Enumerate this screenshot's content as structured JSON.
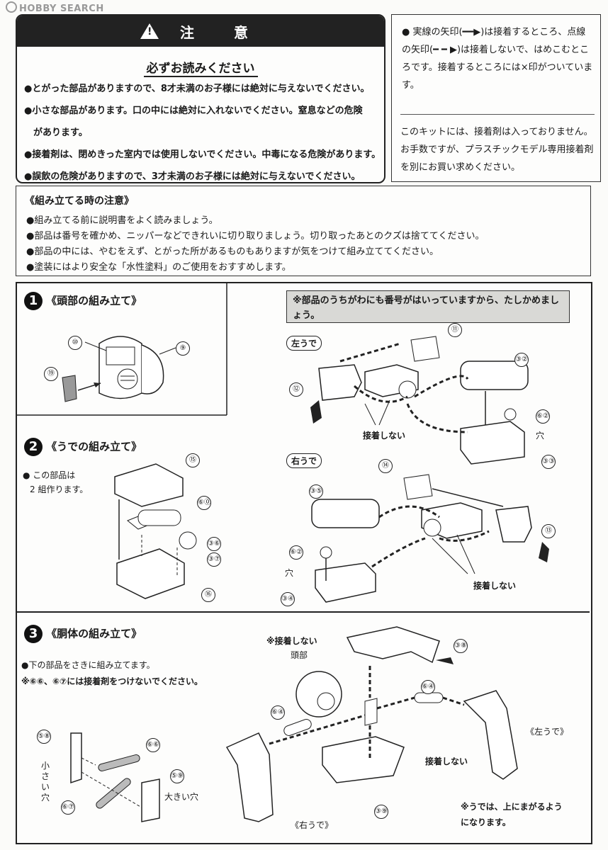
{
  "watermark": "HOBBY SEARCH",
  "caution": {
    "header": "注　意",
    "subtitle": "必ずお読みください",
    "items": [
      "●とがった部品がありますので、8才未満のお子様には絶対に与えないでください。",
      "●小さな部品があります。口の中には絶対に入れないでください。窒息などの危険",
      "　があります。",
      "●接着剤は、閉めきった室内では使用しないでください。中毒になる危険があります。",
      "●誤飲の危険がありますので、3才未満のお子様には絶対に与えないでください。"
    ]
  },
  "note": {
    "arrows": "● 実線の矢印(━━▶)は接着するところ、点線の矢印(━ ━ ▶)は接着しないで、はめこむところです。接着するところには×印がついています。",
    "kit": "このキットには、接着剤は入っておりません。お手数ですが、プラスチックモデル専用接着剤を別にお買い求めください。"
  },
  "assembly_notes": {
    "title": "《組み立てる時の注意》",
    "items": [
      "●組み立てる前に説明書をよく読みましょう。",
      "●部品は番号を確かめ、ニッパーなどできれいに切り取りましょう。切り取ったあとのクズは捨ててください。",
      "●部品の中には、やむをえず、とがった所があるものもありますが気をつけて組み立ててください。",
      "●塗装にはより安全な「水性塗料」のご使用をおすすめします。"
    ]
  },
  "step1": {
    "num": "1",
    "title": "《頭部の組み立て》",
    "parts": [
      "⑩",
      "⑨",
      "⑲"
    ]
  },
  "step2": {
    "num": "2",
    "title": "《うでの組み立て》",
    "desc1": "● この部品は",
    "desc2": "2 組作ります。",
    "parts": [
      "⑮",
      "⑥⓪",
      "③⑥",
      "③⑦",
      "⑯"
    ]
  },
  "step3": {
    "num": "3",
    "title": "《胴体の組み立て》",
    "desc1": "●下の部品をさきに組み立てます。",
    "desc2": "※⑥⑥、⑥⑦には接着剤をつけないでください。",
    "label_small_hole": "小さい穴",
    "label_big_hole": "大きい穴",
    "parts": [
      "⑤⑧",
      "⑥⑥",
      "⑤⑨",
      "⑥⑦"
    ]
  },
  "arm_info": "※部品のうちがわにも番号がはいっていますから、たしかめましょう。",
  "left_arm": {
    "tag": "左うで",
    "no_glue": "接着しない",
    "hole": "穴",
    "parts": [
      "⑪",
      "③②",
      "⑫",
      "⑥②",
      "③③"
    ]
  },
  "right_arm": {
    "tag": "右うで",
    "no_glue": "接着しない",
    "hole": "穴",
    "parts": [
      "⑭",
      "③⑤",
      "⑥②",
      "⑬",
      "③④"
    ]
  },
  "body": {
    "no_glue_head": "※接着しない",
    "head": "頭部",
    "no_glue": "接着しない",
    "left_arm": "《左うで》",
    "right_arm": "《右うで》",
    "bend_note": "※うでは、上にまがるようになります。",
    "parts": [
      "③⑧",
      "⑥④",
      "⑥④",
      "③⑨"
    ]
  }
}
